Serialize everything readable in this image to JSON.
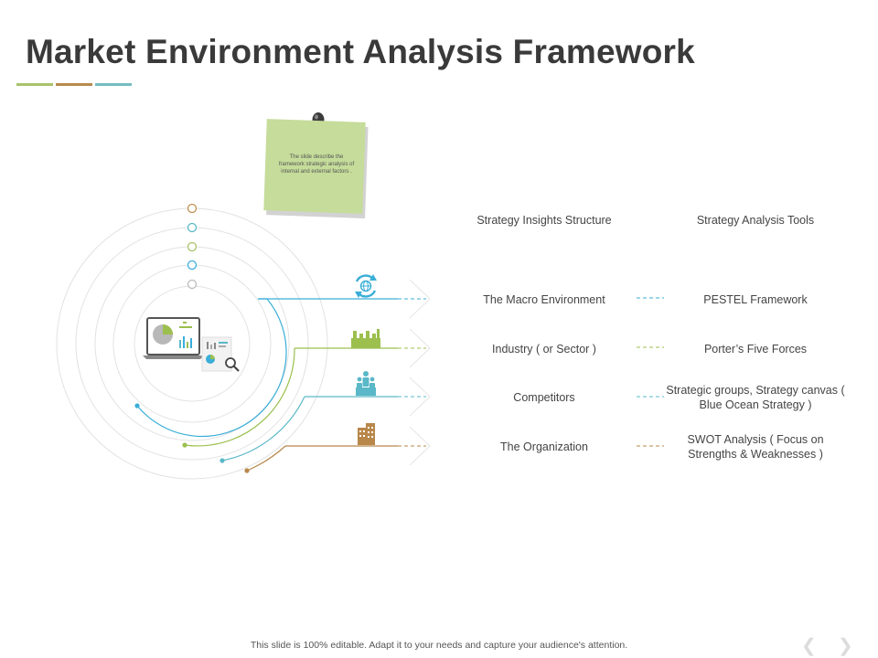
{
  "title": "Market Environment Analysis Framework",
  "title_bar_colors": [
    "#a9c26a",
    "#b88a4d",
    "#76bcc2"
  ],
  "note": {
    "text": "The slide describe the framework strategic analysis of internal and external factors ."
  },
  "headers": {
    "structure": "Strategy Insights Structure",
    "tools": "Strategy Analysis Tools"
  },
  "rows": [
    {
      "structure": "The Macro Environment",
      "tool": "PESTEL Framework",
      "color": "#3aaed8",
      "icon": "globe-refresh-icon"
    },
    {
      "structure": "Industry ( or Sector )",
      "tool": "Porter’s Five Forces",
      "color": "#9cbf4e",
      "icon": "factory-icon"
    },
    {
      "structure": "Competitors",
      "tool": "Strategic groups, Strategy canvas ( Blue Ocean Strategy )",
      "color": "#5ab8c8",
      "icon": "people-icon"
    },
    {
      "structure": "The Organization",
      "tool": "SWOT Analysis ( Focus on Strengths & Weaknesses )",
      "color": "#b8874a",
      "icon": "building-icon"
    }
  ],
  "ring_dot_colors": [
    "#c09050",
    "#5ab8c8",
    "#a9c26a",
    "#3aaed8",
    "#bbbbbb"
  ],
  "footer": "This slide is 100% editable. Adapt  it to your needs and capture your audience's attention.",
  "nav": {
    "prev": "❮",
    "next": "❯"
  }
}
